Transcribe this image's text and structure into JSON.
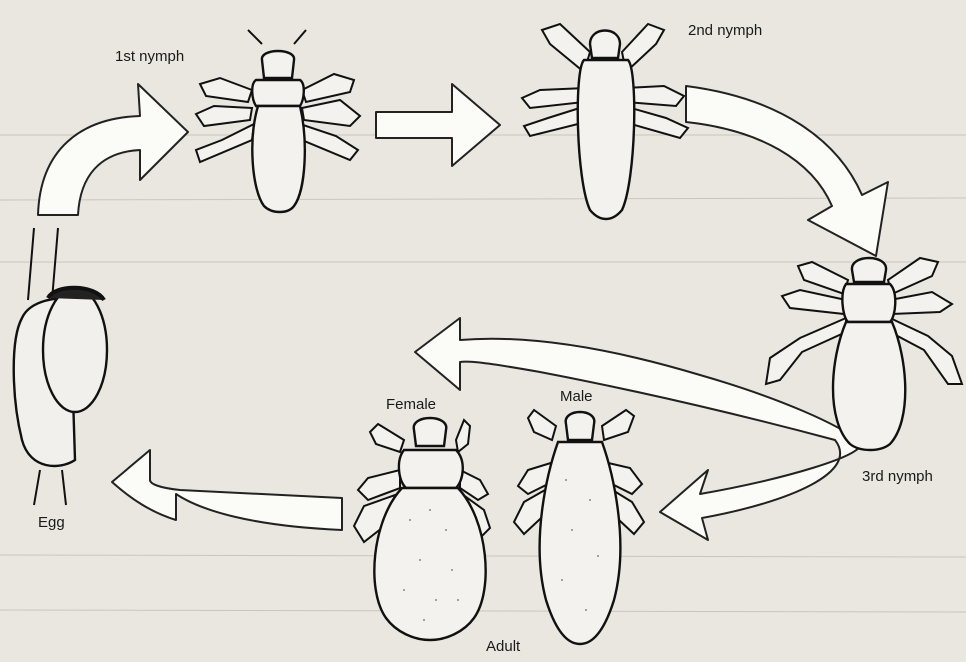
{
  "diagram": {
    "stages": {
      "egg": "Egg",
      "nymph1": "1st nymph",
      "nymph2": "2nd nymph",
      "nymph3": "3rd nymph",
      "female": "Female",
      "male": "Male",
      "adult": "Adult"
    },
    "colors": {
      "background": "#e9e7e0",
      "ink": "#111111",
      "fill": "#f3f2ee"
    }
  }
}
